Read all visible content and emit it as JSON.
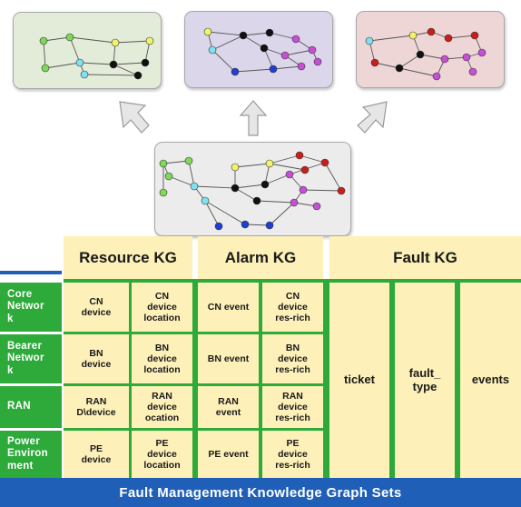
{
  "graphs": [
    {
      "name": "resource-graph-box",
      "fill": "#e3ecd9"
    },
    {
      "name": "alarm-graph-box",
      "fill": "#dcd6ea"
    },
    {
      "name": "fault-graph-box",
      "fill": "#eed6d6"
    },
    {
      "name": "base-graph-box",
      "fill": "#ececec"
    }
  ],
  "headers": {
    "resource": "Resource KG",
    "alarm": "Alarm KG",
    "fault": "Fault KG"
  },
  "rows": [
    {
      "label": "Core\nNetwor\nk",
      "cells": [
        "CN\ndevice",
        "CN\ndevice\nlocation",
        "CN event",
        "CN\ndevice\nres-rich"
      ]
    },
    {
      "label": "Bearer\nNetwor\nk",
      "cells": [
        "BN\ndevice",
        "BN\ndevice\nlocation",
        "BN event",
        "BN\ndevice\nres-rich"
      ]
    },
    {
      "label": "RAN",
      "cells": [
        "RAN\nD\\device",
        "RAN\ndevice\nocation",
        "RAN\nevent",
        "RAN\ndevice\nres-rich"
      ]
    },
    {
      "label": "Power\nEnviron\nment",
      "cells": [
        "PE\ndevice",
        "PE\ndevice\nlocation",
        "PE event",
        "PE\ndevice\nres-rich"
      ]
    }
  ],
  "fault_columns": [
    "ticket",
    "fault_\ntype",
    "events"
  ],
  "footer": "Fault Management Knowledge Graph Sets",
  "colors": {
    "row_label_bg": "#2daa3a",
    "cell_bg": "#fdf0b8",
    "footer_bg": "#1f5fb8",
    "node_green": "#7ed957",
    "node_cyan": "#7fe0f0",
    "node_yellow": "#f3f26a",
    "node_black": "#111111",
    "node_magenta": "#c74fd6",
    "node_blue": "#1f3fd0",
    "node_red": "#c81e1e"
  }
}
